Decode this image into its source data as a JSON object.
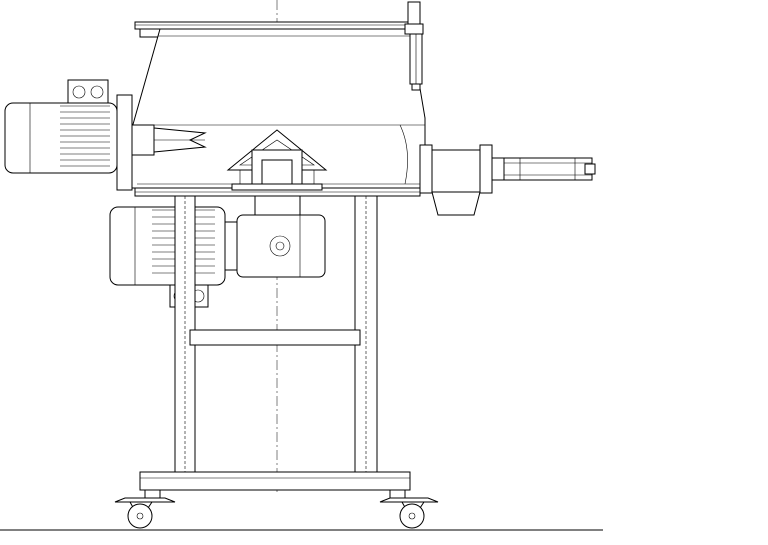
{
  "drawing": {
    "subject": "mixer-assembly",
    "line_color": "#000000",
    "background_color": "#ffffff",
    "components": [
      {
        "id": "hopper",
        "icon": "mixer-hopper-icon"
      },
      {
        "id": "side-motor",
        "icon": "electric-motor-icon"
      },
      {
        "id": "drive-motor",
        "icon": "electric-motor-icon"
      },
      {
        "id": "gearbox",
        "icon": "gearbox-icon"
      },
      {
        "id": "outlet-valve",
        "icon": "valve-icon"
      },
      {
        "id": "actuator",
        "icon": "pneumatic-cylinder-icon"
      },
      {
        "id": "frame",
        "icon": "frame-icon"
      },
      {
        "id": "casters",
        "icon": "caster-wheel-icon"
      }
    ]
  }
}
